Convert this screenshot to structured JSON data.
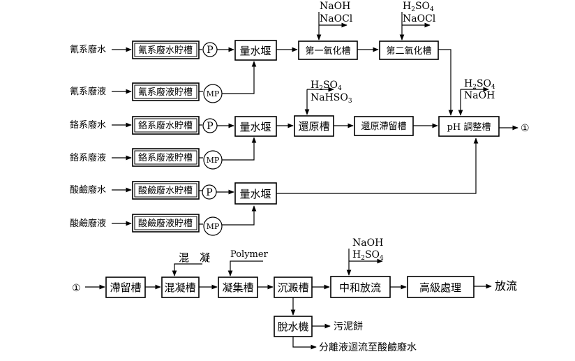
{
  "cyanide": {
    "wastewater": "氰系廢水",
    "waste_liquid": "氰系廢液",
    "water_tank": "氰系廢水貯槽",
    "liquid_tank": "氰系廢液貯槽"
  },
  "chromium": {
    "wastewater": "鉻系廢水",
    "waste_liquid": "鉻系廢液",
    "water_tank": "鉻系廢水貯槽",
    "liquid_tank": "鉻系廢液貯槽"
  },
  "acid_alkali": {
    "wastewater": "酸鹼廢水",
    "waste_liquid": "酸鹼廢液",
    "water_tank": "酸鹼廢水貯槽",
    "liquid_tank": "酸鹼廢液貯槽"
  },
  "pumps": {
    "p": "P",
    "mp": "MP"
  },
  "weir": "量水堰",
  "first_oxidation": "第一氧化槽",
  "second_oxidation": "第二氧化槽",
  "reduction": "還原槽",
  "reduction_retention": "還原滯留槽",
  "ph_adjust": "pH 調整槽",
  "connector_out": "①",
  "connector_in": "①",
  "chem_ox1": {
    "line1": "NaOH",
    "line2": "NaOCl"
  },
  "chem_ox2": {
    "line1_main": "H",
    "line1_sub1": "2",
    "line1_mid": "SO",
    "line1_sub2": "4",
    "line2": "NaOCl"
  },
  "chem_red": {
    "line1_main": "H",
    "line1_sub1": "2",
    "line1_mid": "SO",
    "line1_sub2": "4",
    "line2_main": "NaHSO",
    "line2_sub": "3"
  },
  "chem_ph": {
    "line1_main": "H",
    "line1_sub1": "2",
    "line1_mid": "SO",
    "line1_sub2": "4",
    "line2": "NaOH"
  },
  "retention": "滯留槽",
  "coagulation": "混凝槽",
  "flocculation": "凝集槽",
  "sedimentation": "沉澱槽",
  "neutralization": "中和放流",
  "advanced": "高級處理",
  "discharge": "放流",
  "coag_chem": "混　凝",
  "polymer": "Polymer",
  "chem_neut": {
    "line1": "NaOH",
    "line2_main": "H",
    "line2_sub1": "2",
    "line2_mid": "SO",
    "line2_sub2": "4"
  },
  "dewater": "脫水機",
  "sludge": "污泥餅",
  "separated": "分離液迴流至酸鹼廢水"
}
